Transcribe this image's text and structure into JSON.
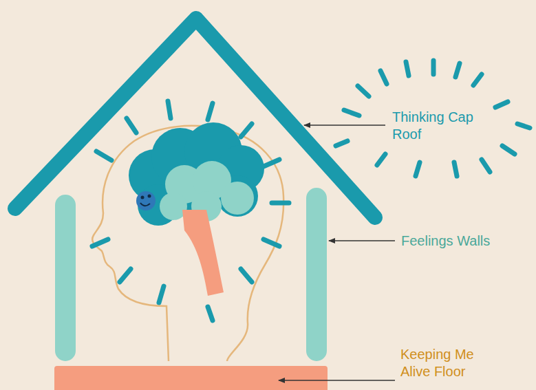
{
  "diagram": {
    "labels": [
      "Thinking Cap Roof",
      "Feelings Walls",
      "Keeping Me Alive Floor"
    ]
  }
}
